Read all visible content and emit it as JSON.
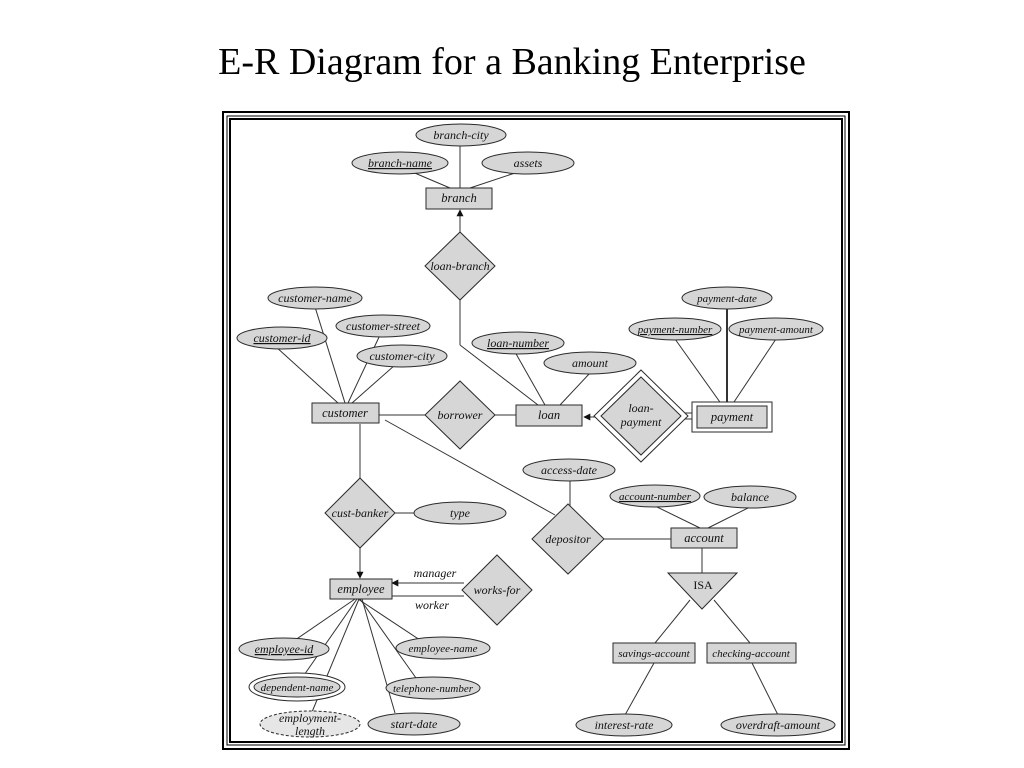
{
  "title": "E-R Diagram for a Banking Enterprise",
  "colors": {
    "fill": "#d6d6d6",
    "stroke": "#2a2a2a",
    "border": "#000000"
  },
  "diagram": {
    "entities": {
      "branch": "branch",
      "customer": "customer",
      "loan": "loan",
      "payment": "payment",
      "account": "account",
      "employee": "employee",
      "savings_account": "savings-account",
      "checking_account": "checking-account"
    },
    "relationships": {
      "loan_branch": "loan-branch",
      "borrower": "borrower",
      "loan_payment": [
        "loan-",
        "payment"
      ],
      "cust_banker": "cust-banker",
      "depositor": "depositor",
      "works_for": "works-for",
      "isa": "ISA"
    },
    "attributes": {
      "branch_city": "branch-city",
      "branch_name": "branch-name",
      "assets": "assets",
      "customer_name": "customer-name",
      "customer_id": "customer-id",
      "customer_street": "customer-street",
      "customer_city": "customer-city",
      "loan_number": "loan-number",
      "amount": "amount",
      "payment_date": "payment-date",
      "payment_number": "payment-number",
      "payment_amount": "payment-amount",
      "access_date": "access-date",
      "type": "type",
      "account_number": "account-number",
      "balance": "balance",
      "employee_id": "employee-id",
      "employee_name": "employee-name",
      "dependent_name": "dependent-name",
      "telephone_number": "telephone-number",
      "employment_length": [
        "employment-",
        "length"
      ],
      "start_date": "start-date",
      "interest_rate": "interest-rate",
      "overdraft_amount": "overdraft-amount"
    },
    "roles": {
      "manager": "manager",
      "worker": "worker"
    }
  }
}
